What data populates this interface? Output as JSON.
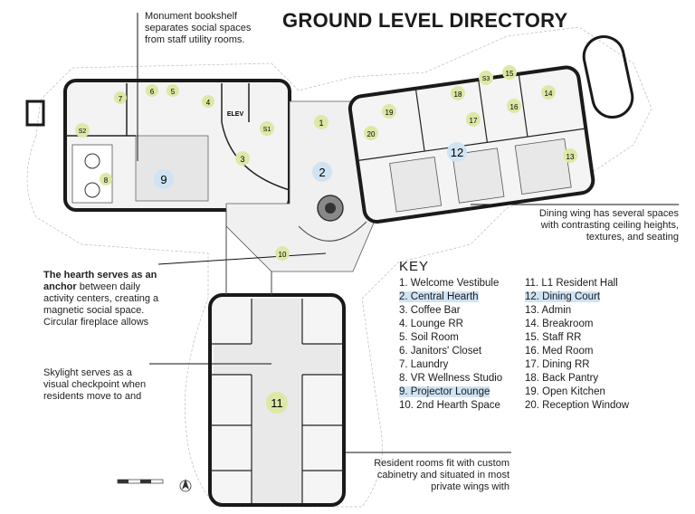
{
  "title": "GROUND LEVEL DIRECTORY",
  "notes": {
    "bookshelf": "Monument bookshelf separates social spaces from staff utility rooms.",
    "hearth_bold": "The hearth serves as an anchor",
    "hearth_rest": " between daily activity centers, creating a magnetic social space. Circular fireplace allows",
    "skylight": "Skylight serves as a visual checkpoint when residents move to and",
    "dining": "Dining wing has several spaces with contrasting ceiling heights, textures, and seating",
    "resident": "Resident rooms fit with custom cabinetry and situated in most private wings with"
  },
  "key": {
    "heading": "KEY",
    "left": [
      "1. Welcome Vestibule",
      "2. Central Hearth",
      "3. Coffee Bar",
      "4. Lounge RR",
      "5. Soil Room",
      "6. Janitors' Closet",
      "7. Laundry",
      "8. VR Wellness Studio",
      "9. Projector Lounge",
      "10. 2nd Hearth Space"
    ],
    "right": [
      "11. L1 Resident Hall",
      "12. Dining Court",
      "13. Admin",
      "14. Breakroom",
      "15. Staff RR",
      "16. Med Room",
      "17. Dining RR",
      "18. Back Pantry",
      "19. Open Kitchen",
      "20. Reception Window"
    ]
  },
  "plan_labels": {
    "elev": "ELEV",
    "s1": "S1",
    "s2": "S2",
    "s3": "S3",
    "n1": "1",
    "n2": "2",
    "n3": "3",
    "n4": "4",
    "n5": "5",
    "n6": "6",
    "n7": "7",
    "n8": "8",
    "n9": "9",
    "n10": "10",
    "n11": "11",
    "n12": "12",
    "n13": "13",
    "n14": "14",
    "n15": "15",
    "n16": "16",
    "n17": "17",
    "n18": "18",
    "n19": "19",
    "n20": "20"
  },
  "colors": {
    "green_marker": "#dde8a6",
    "blue_marker": "#cfe3f3",
    "wall": "#1a1a1a",
    "floor": "#eeeeee"
  }
}
